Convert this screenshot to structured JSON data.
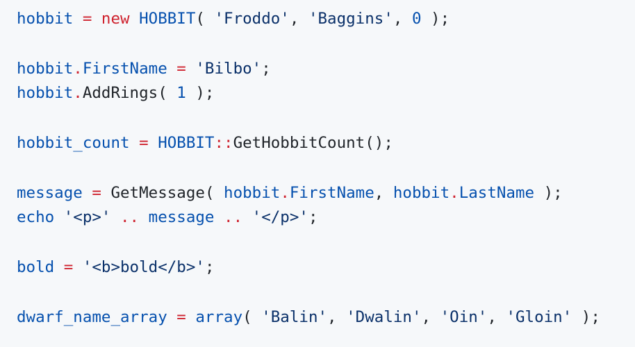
{
  "code": {
    "lines": [
      [
        {
          "t": "hobbit",
          "c": "v"
        },
        {
          "t": " = ",
          "c": "o"
        },
        {
          "t": "new",
          "c": "k"
        },
        {
          "t": " ",
          "c": "p"
        },
        {
          "t": "HOBBIT",
          "c": "v"
        },
        {
          "t": "( ",
          "c": "p"
        },
        {
          "t": "'Froddo'",
          "c": "s"
        },
        {
          "t": ", ",
          "c": "p"
        },
        {
          "t": "'Baggins'",
          "c": "s"
        },
        {
          "t": ", ",
          "c": "p"
        },
        {
          "t": "0",
          "c": "n"
        },
        {
          "t": " );",
          "c": "p"
        }
      ],
      [],
      [
        {
          "t": "hobbit",
          "c": "v"
        },
        {
          "t": ".",
          "c": "o"
        },
        {
          "t": "FirstName",
          "c": "v"
        },
        {
          "t": " = ",
          "c": "o"
        },
        {
          "t": "'Bilbo'",
          "c": "s"
        },
        {
          "t": ";",
          "c": "p"
        }
      ],
      [
        {
          "t": "hobbit",
          "c": "v"
        },
        {
          "t": ".",
          "c": "o"
        },
        {
          "t": "AddRings",
          "c": "f"
        },
        {
          "t": "( ",
          "c": "p"
        },
        {
          "t": "1",
          "c": "n"
        },
        {
          "t": " );",
          "c": "p"
        }
      ],
      [],
      [
        {
          "t": "hobbit_count",
          "c": "v"
        },
        {
          "t": " = ",
          "c": "o"
        },
        {
          "t": "HOBBIT",
          "c": "v"
        },
        {
          "t": "::",
          "c": "o"
        },
        {
          "t": "GetHobbitCount",
          "c": "f"
        },
        {
          "t": "();",
          "c": "p"
        }
      ],
      [],
      [
        {
          "t": "message",
          "c": "v"
        },
        {
          "t": " = ",
          "c": "o"
        },
        {
          "t": "GetMessage",
          "c": "f"
        },
        {
          "t": "( ",
          "c": "p"
        },
        {
          "t": "hobbit",
          "c": "v"
        },
        {
          "t": ".",
          "c": "o"
        },
        {
          "t": "FirstName",
          "c": "v"
        },
        {
          "t": ", ",
          "c": "p"
        },
        {
          "t": "hobbit",
          "c": "v"
        },
        {
          "t": ".",
          "c": "o"
        },
        {
          "t": "LastName",
          "c": "v"
        },
        {
          "t": " );",
          "c": "p"
        }
      ],
      [
        {
          "t": "echo",
          "c": "v"
        },
        {
          "t": " ",
          "c": "p"
        },
        {
          "t": "'<p>'",
          "c": "s"
        },
        {
          "t": " .. ",
          "c": "o"
        },
        {
          "t": "message",
          "c": "v"
        },
        {
          "t": " .. ",
          "c": "o"
        },
        {
          "t": "'</p>'",
          "c": "s"
        },
        {
          "t": ";",
          "c": "p"
        }
      ],
      [],
      [
        {
          "t": "bold",
          "c": "v"
        },
        {
          "t": " = ",
          "c": "o"
        },
        {
          "t": "'<b>bold</b>'",
          "c": "s"
        },
        {
          "t": ";",
          "c": "p"
        }
      ],
      [],
      [
        {
          "t": "dwarf_name_array",
          "c": "v"
        },
        {
          "t": " = ",
          "c": "o"
        },
        {
          "t": "array",
          "c": "v"
        },
        {
          "t": "( ",
          "c": "p"
        },
        {
          "t": "'Balin'",
          "c": "s"
        },
        {
          "t": ", ",
          "c": "p"
        },
        {
          "t": "'Dwalin'",
          "c": "s"
        },
        {
          "t": ", ",
          "c": "p"
        },
        {
          "t": "'Oin'",
          "c": "s"
        },
        {
          "t": ", ",
          "c": "p"
        },
        {
          "t": "'Gloin'",
          "c": "s"
        },
        {
          "t": " );",
          "c": "p"
        }
      ]
    ]
  }
}
